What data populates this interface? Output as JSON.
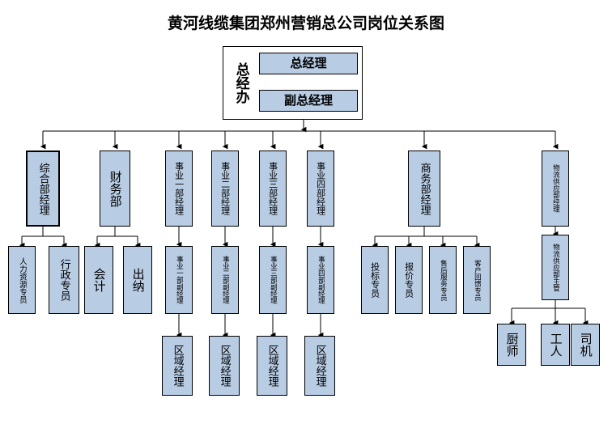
{
  "title": "黄河线缆集团郑州营销总公司岗位关系图",
  "colors": {
    "node_fill": "#b8cce4",
    "node_border": "#000000",
    "connector": "#000000",
    "background": "#ffffff",
    "text": "#000000"
  },
  "executive": {
    "group_label": "总经办",
    "general_manager": "总经理",
    "deputy_general_manager": "副总经理"
  },
  "departments": [
    {
      "id": "general-affairs",
      "label": "综合部经理"
    },
    {
      "id": "finance",
      "label": "财务部"
    },
    {
      "id": "division-1",
      "label": "事业一部经理"
    },
    {
      "id": "division-2",
      "label": "事业二部经理"
    },
    {
      "id": "division-3",
      "label": "事业三部经理"
    },
    {
      "id": "division-4",
      "label": "事业四部经理"
    },
    {
      "id": "commerce",
      "label": "商务部经理"
    },
    {
      "id": "logistics",
      "label": "物流供应部经理"
    }
  ],
  "general_affairs_staff": [
    {
      "id": "hr-specialist",
      "label": "人力资源专员"
    },
    {
      "id": "admin-specialist",
      "label": "行政专员"
    }
  ],
  "finance_staff": [
    {
      "id": "accountant",
      "label": "会计"
    },
    {
      "id": "cashier",
      "label": "出纳"
    }
  ],
  "division_deputies": [
    {
      "id": "division-1-deputy",
      "label": "事业一部副经理"
    },
    {
      "id": "division-2-deputy",
      "label": "事业二部副经理"
    },
    {
      "id": "division-3-deputy",
      "label": "事业三部副经理"
    },
    {
      "id": "division-4-deputy",
      "label": "事业四部副经理"
    }
  ],
  "regional_managers": [
    {
      "id": "regional-manager-1",
      "label": "区域经理"
    },
    {
      "id": "regional-manager-2",
      "label": "区域经理"
    },
    {
      "id": "regional-manager-3",
      "label": "区域经理"
    },
    {
      "id": "regional-manager-4",
      "label": "区域经理"
    }
  ],
  "commerce_staff": [
    {
      "id": "bidding-specialist",
      "label": "投标专员"
    },
    {
      "id": "quotation-specialist",
      "label": "报价专员"
    },
    {
      "id": "aftersales-specialist",
      "label": "售后服务专员"
    },
    {
      "id": "customer-feedback-specialist",
      "label": "客户回馈专员"
    }
  ],
  "logistics_supervisor": {
    "id": "logistics-supervisor",
    "label": "物流供应部主管"
  },
  "logistics_staff": [
    {
      "id": "cook",
      "label": "厨师"
    },
    {
      "id": "worker",
      "label": "工人"
    },
    {
      "id": "driver",
      "label": "司机"
    }
  ]
}
